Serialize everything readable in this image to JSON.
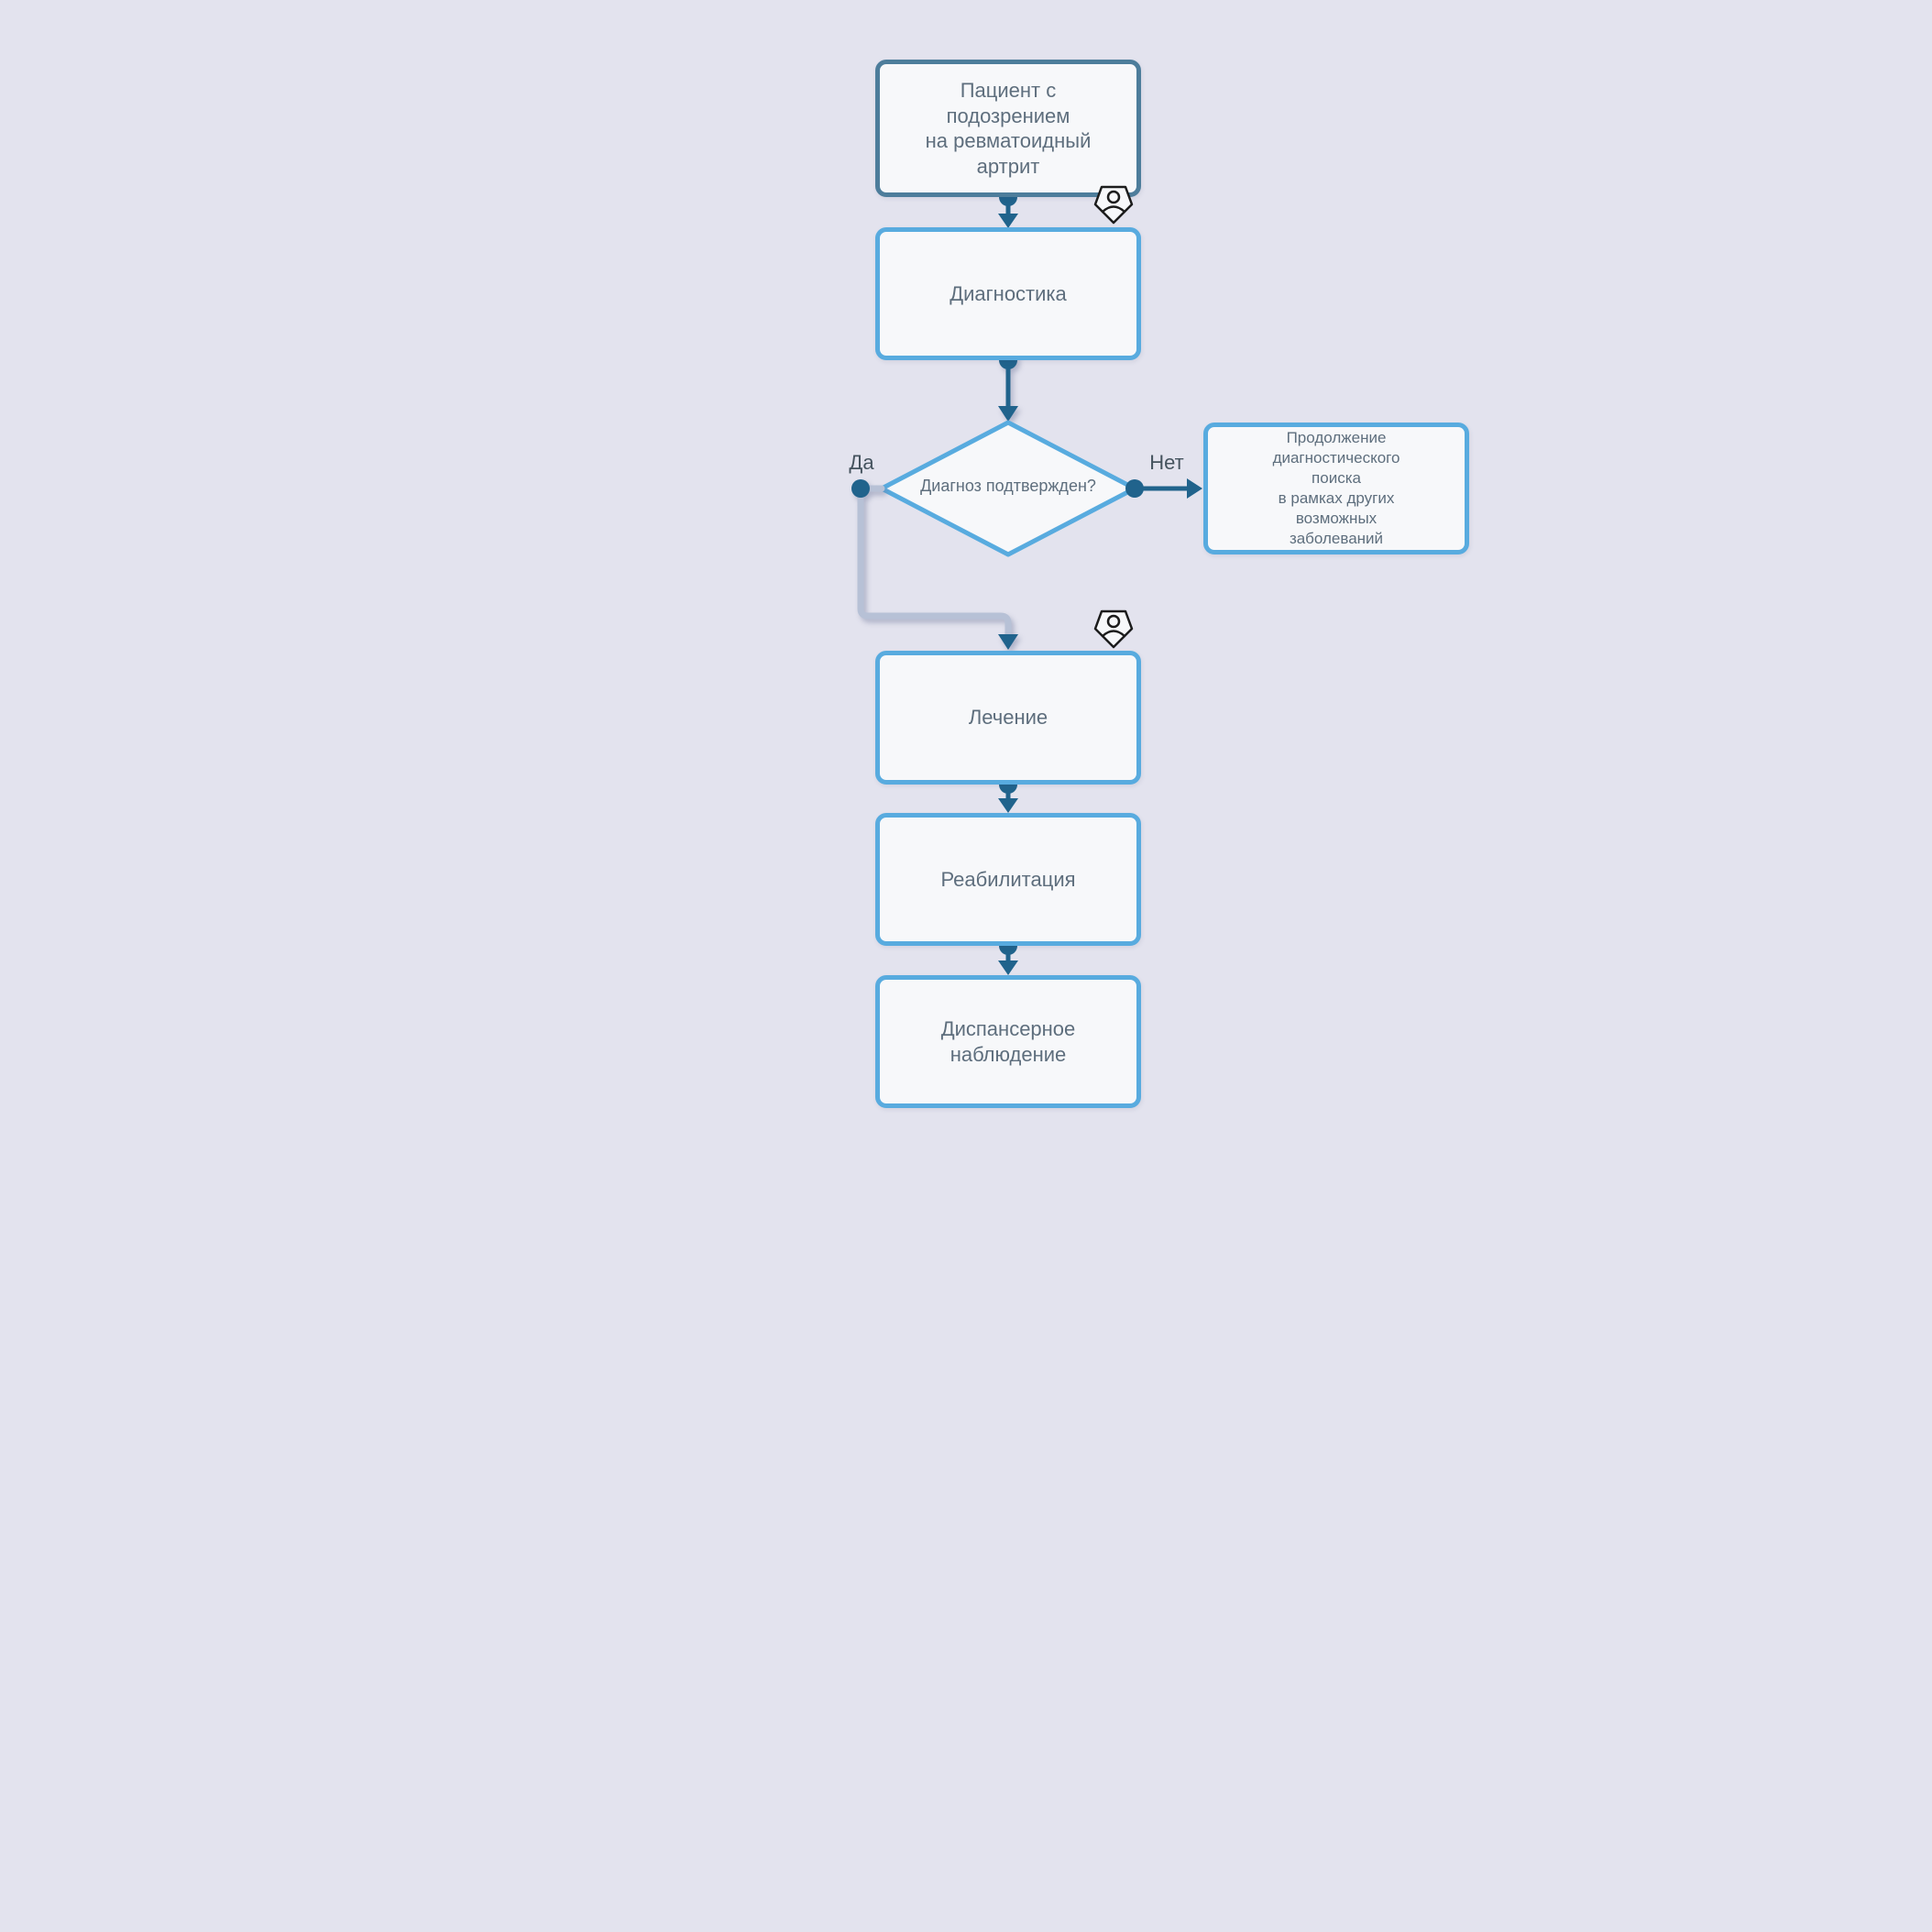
{
  "diagram": {
    "colors": {
      "background": "#e3e3ee",
      "node_fill": "#f7f8fa",
      "node_border_light": "#58abdf",
      "node_border_dark": "#4d7d9b",
      "node_text": "#5e6e7d",
      "arrow": "#20638c",
      "elbow_connector": "#b7c1d6"
    },
    "nodes": {
      "start": {
        "label": "Пациент с\nподозрением\nна ревматоидный\nартрит"
      },
      "diagnostics": {
        "label": "Диагностика"
      },
      "decision": {
        "label": "Диагноз подтвержден?"
      },
      "continue_search": {
        "label": "Продолжение\nдиагностического\nпоиска\nв рамках других\nвозможных\nзаболеваний"
      },
      "treatment": {
        "label": "Лечение"
      },
      "rehabilitation": {
        "label": "Реабилитация"
      },
      "dispensary": {
        "label": "Диспансерное\nнаблюдение"
      }
    },
    "edges": {
      "yes_label": "Да",
      "no_label": "Нет"
    }
  }
}
